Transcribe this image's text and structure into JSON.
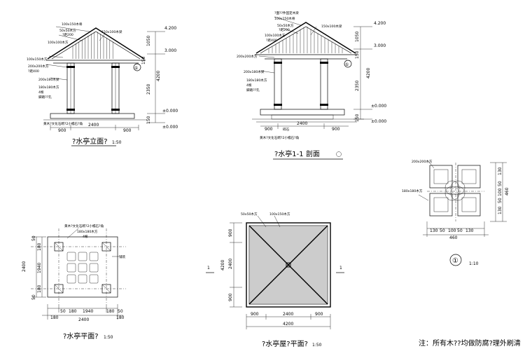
{
  "elevation": {
    "title": "?水亭立面?",
    "scale": "1:50",
    "callout": "①",
    "labels": [
      "100x150木脊",
      "50x50木方",
      "?距200",
      "100x100木方",
      "150x100木梁",
      "100x150木方",
      "200x200木方",
      "?距400",
      "200x180木梁",
      "180x180木方",
      "4根",
      "脚踏??孔",
      "黄木?文化石砌?2小檐石?角"
    ],
    "elevations": [
      "4.200",
      "3.000",
      "±0.000",
      "±0.000"
    ],
    "v_dims": [
      "1050",
      "150",
      "4200",
      "2350",
      "150"
    ],
    "h_dims": [
      "900",
      "2400",
      "900"
    ]
  },
  "section": {
    "title": "?水亭1-1  剖面",
    "callout": "①",
    "labels": [
      "?面??件固定木梁",
      "100x150木脊",
      "50x50木方",
      "?距200",
      "100x100木方",
      "?距400",
      "150x100木梁",
      "200x200木方",
      "200x180木梁",
      "180x180木方",
      "4根",
      "脚踏??孔",
      "碎石",
      "黄木?文化石砌?2小檐石?角"
    ],
    "elevations": [
      "4.200",
      "3.000",
      "±0.000",
      "±0.000"
    ],
    "v_dims": [
      "1050",
      "150",
      "4200",
      "2350",
      "150"
    ],
    "h_dims": [
      "900",
      "2400",
      "900"
    ]
  },
  "detail": {
    "callout": "①",
    "scale": "1:10",
    "labels": [
      "200x200木方",
      "180x180木方"
    ],
    "h_dims": [
      "130",
      "50",
      "100",
      "50",
      "130"
    ],
    "total": "460",
    "v_dims": [
      "130",
      "50",
      "100",
      "50",
      "130"
    ],
    "v_total": "460"
  },
  "plan": {
    "title": "?水亭平面?",
    "scale": "1:50",
    "labels": [
      "黄木?文化石砌?2小檐石?角",
      "180x180木方",
      "4根",
      "铺装"
    ],
    "v_dims": [
      "50",
      "180",
      "1940",
      "180",
      "50"
    ],
    "v_total": "2400",
    "h_dims": [
      "50",
      "180",
      "1940",
      "180",
      "50"
    ],
    "h_total": "2400",
    "v_side": [
      "180",
      "180"
    ]
  },
  "roof": {
    "title": "?水亭屋?平面?",
    "scale": "1:50",
    "section_mark": "1",
    "labels": [
      "50x50木方",
      "100x150木方"
    ],
    "v_dims": [
      "900",
      "2400",
      "900"
    ],
    "v_total": "4200",
    "h_dims": [
      "900",
      "2400",
      "900"
    ],
    "h_total": "4200"
  },
  "note": "注：所有木??均做防腐?理外刷清"
}
